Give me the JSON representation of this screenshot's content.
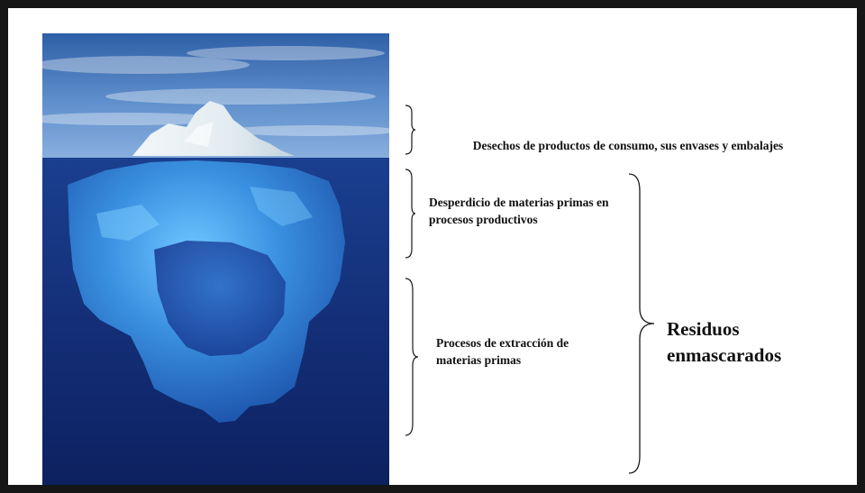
{
  "labels": {
    "surface": "Desechos de productos de consumo, sus envases y embalajes",
    "production_waste": "Desperdicio de materias primas en procesos productivos",
    "extraction": "Procesos de extracción de materias primas",
    "hidden_waste": "Residuos enmascarados"
  },
  "colors": {
    "frame": "#161616",
    "text": "#111111",
    "sky": "#5b87c4",
    "water": "#15307c",
    "ice": "#3a8ee0"
  }
}
